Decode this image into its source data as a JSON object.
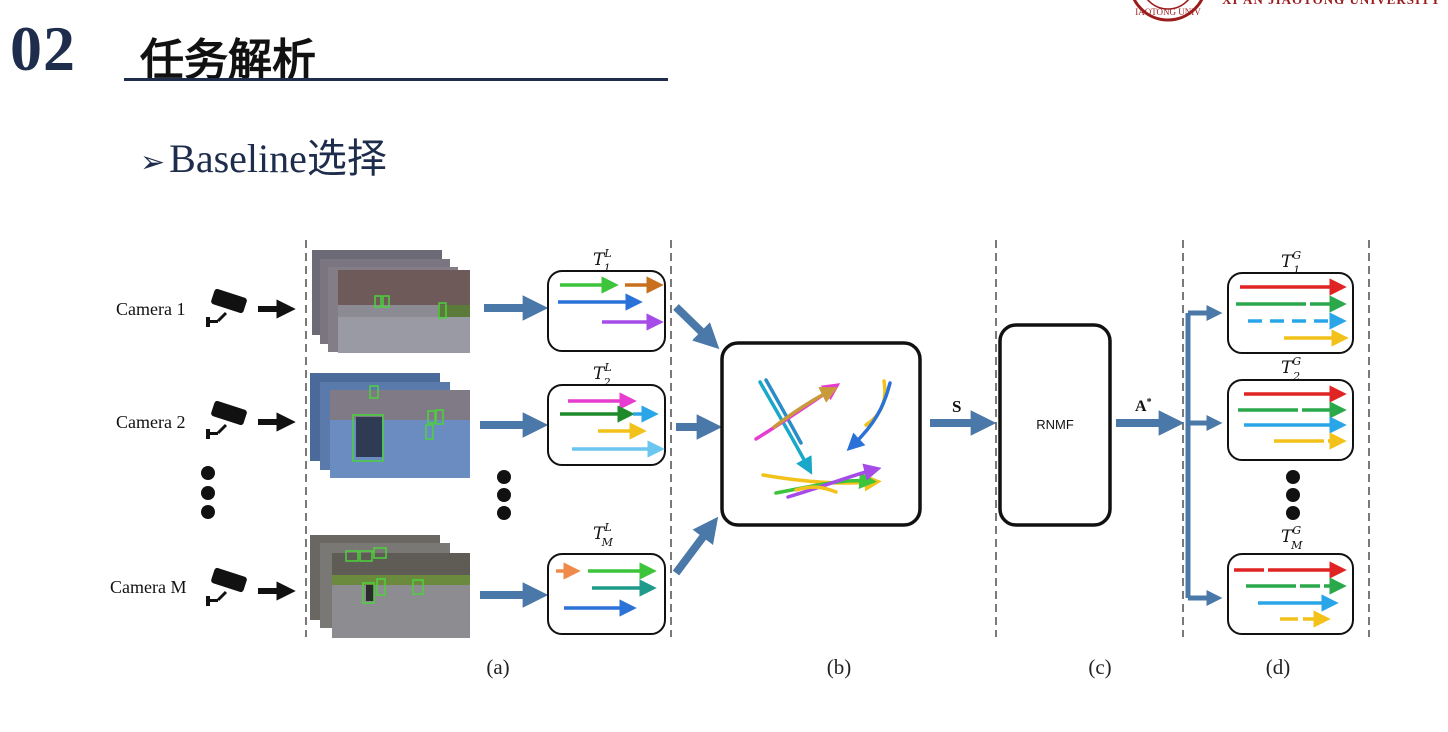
{
  "header": {
    "section_number": "02",
    "section_title": "任务解析",
    "subtitle_bullet": "➢",
    "subtitle": "Baseline选择"
  },
  "logo": {
    "seal_text": "IAOTONG UNIV",
    "university_name": "XI'AN JIAOTONG UNIVERSITY"
  },
  "diagram": {
    "cameras": [
      "Camera 1",
      "Camera 2",
      "Camera M"
    ],
    "local_sets": [
      {
        "base": "T",
        "sup": "L",
        "sub": "1"
      },
      {
        "base": "T",
        "sup": "L",
        "sub": "2"
      },
      {
        "base": "T",
        "sup": "L",
        "sub": "M"
      }
    ],
    "global_sets": [
      {
        "base": "T",
        "sup": "G",
        "sub": "1"
      },
      {
        "base": "T",
        "sup": "G",
        "sub": "2"
      },
      {
        "base": "T",
        "sup": "G",
        "sub": "M"
      }
    ],
    "matrix_s": "S",
    "model": "RNMF",
    "matrix_a": "A",
    "matrix_a_sup": "*",
    "captions": [
      "(a)",
      "(b)",
      "(c)",
      "(d)"
    ]
  },
  "colors": {
    "arrow_blue": "#4a78a8",
    "title_navy": "#1f2d4d",
    "brand_red": "#9b1c1c"
  }
}
